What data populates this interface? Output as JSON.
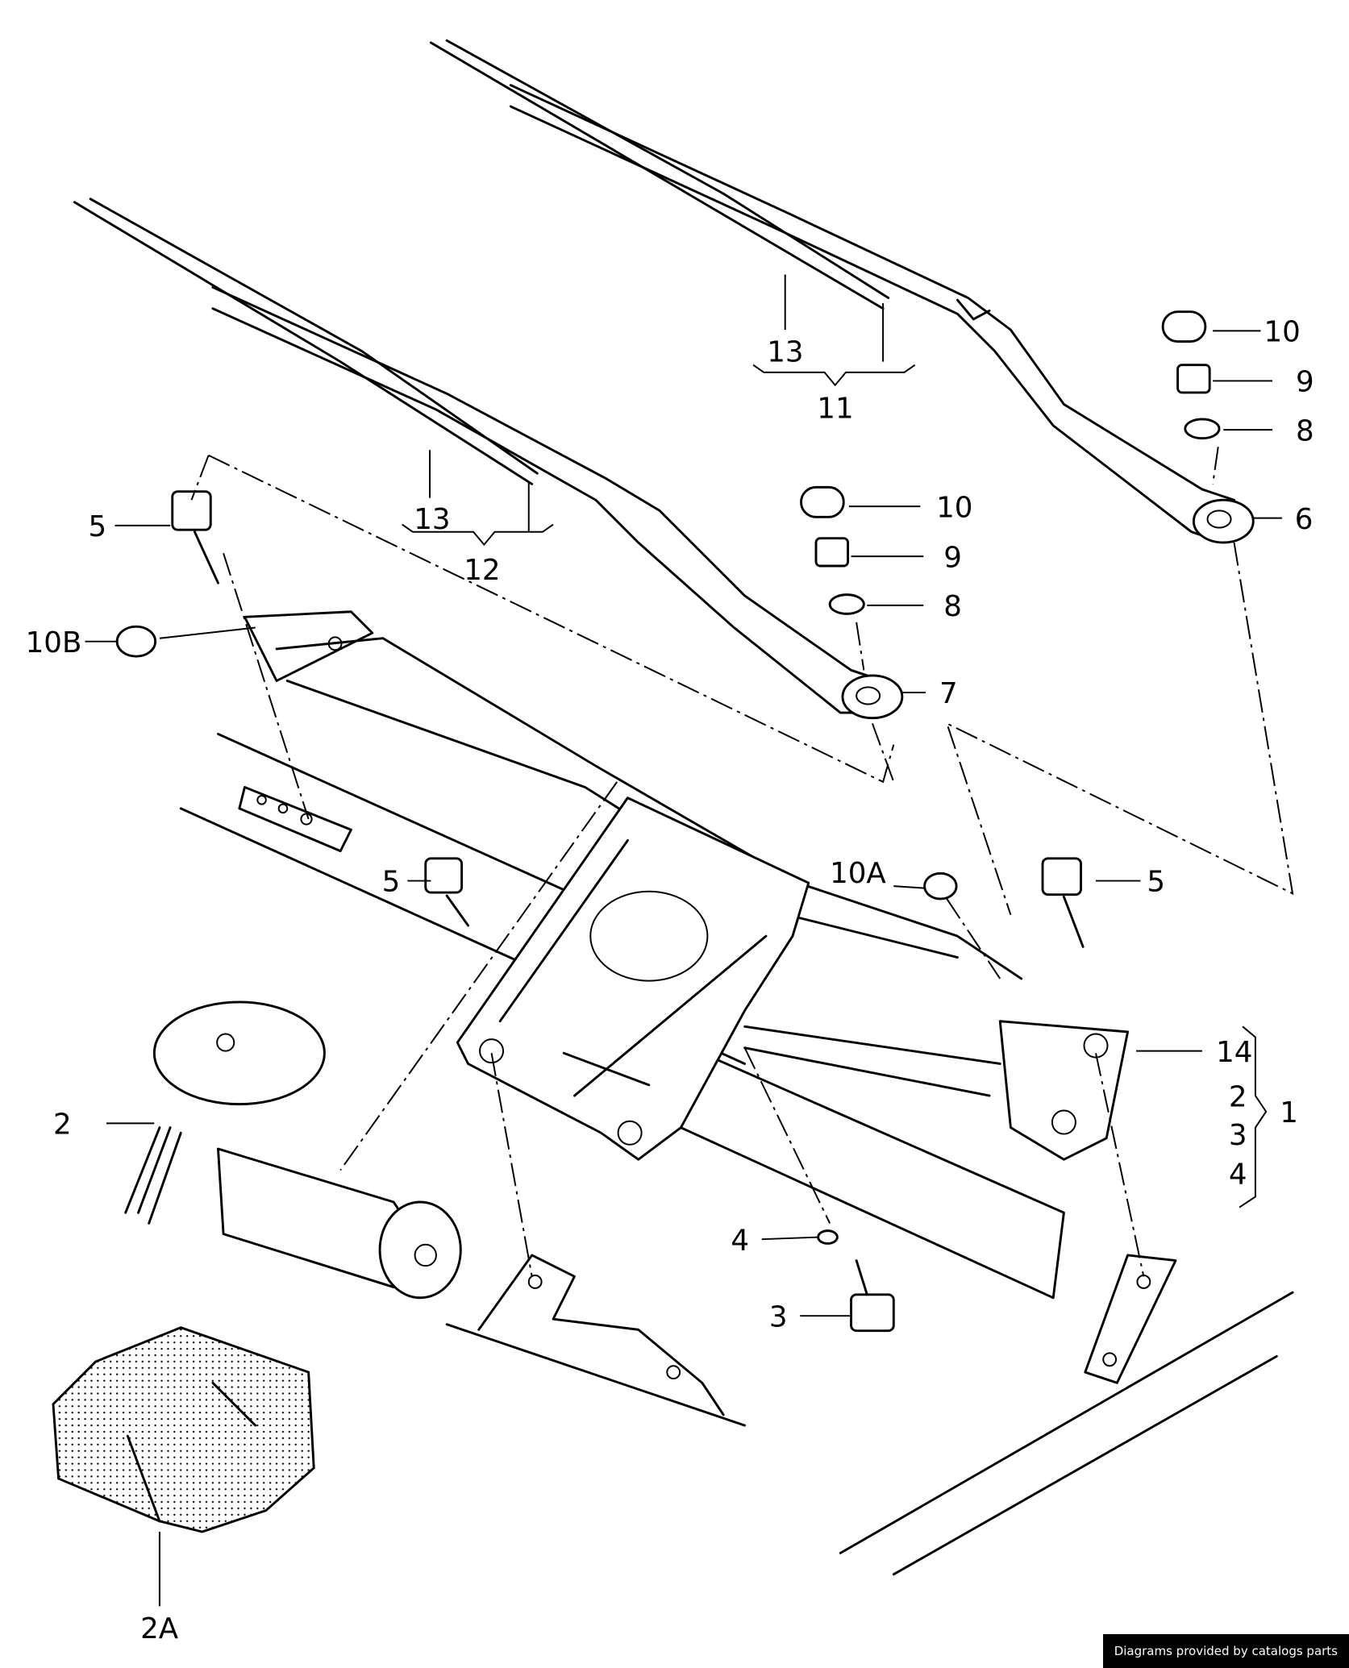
{
  "diagram": {
    "callouts": {
      "c10_right": "10",
      "c9_right": "9",
      "c8_right": "8",
      "c6": "6",
      "c13_upper": "13",
      "c11": "11",
      "c13_lower": "13",
      "c12": "12",
      "c10_mid": "10",
      "c9_mid": "9",
      "c8_mid": "8",
      "c7": "7",
      "c5_left": "5",
      "c10b": "10B",
      "c5_mid": "5",
      "c10a": "10A",
      "c5_right": "5",
      "c14": "14",
      "c2_group": "2",
      "c3_group": "3",
      "c4_group": "4",
      "c1": "1",
      "c2_motor": "2",
      "c4_washer": "4",
      "c3_bolt": "3",
      "c2a": "2A"
    }
  },
  "footer": {
    "credit": "Diagrams provided by catalogs parts"
  }
}
